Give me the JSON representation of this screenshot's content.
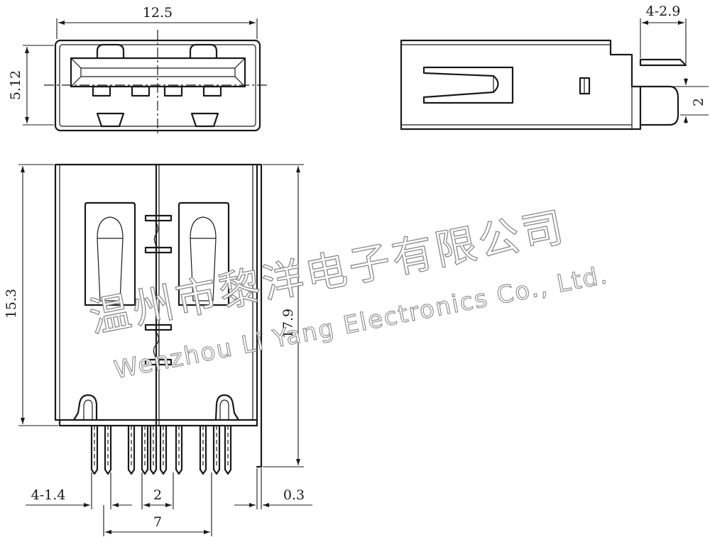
{
  "dimensions": {
    "front_width": "12.5",
    "front_height": "5.12",
    "tab_length": "4-2.9",
    "tab_offset": "2",
    "body_height": "15.3",
    "total_height": "17.9",
    "pin_width": "4-1.4",
    "pin_pitch": "2",
    "pin_span": "7",
    "shell_thickness": "0.3"
  },
  "watermark": {
    "cn": "温州市黎洋电子有限公司",
    "en": "Wenzhou Li Yang Electronics Co., Ltd."
  }
}
